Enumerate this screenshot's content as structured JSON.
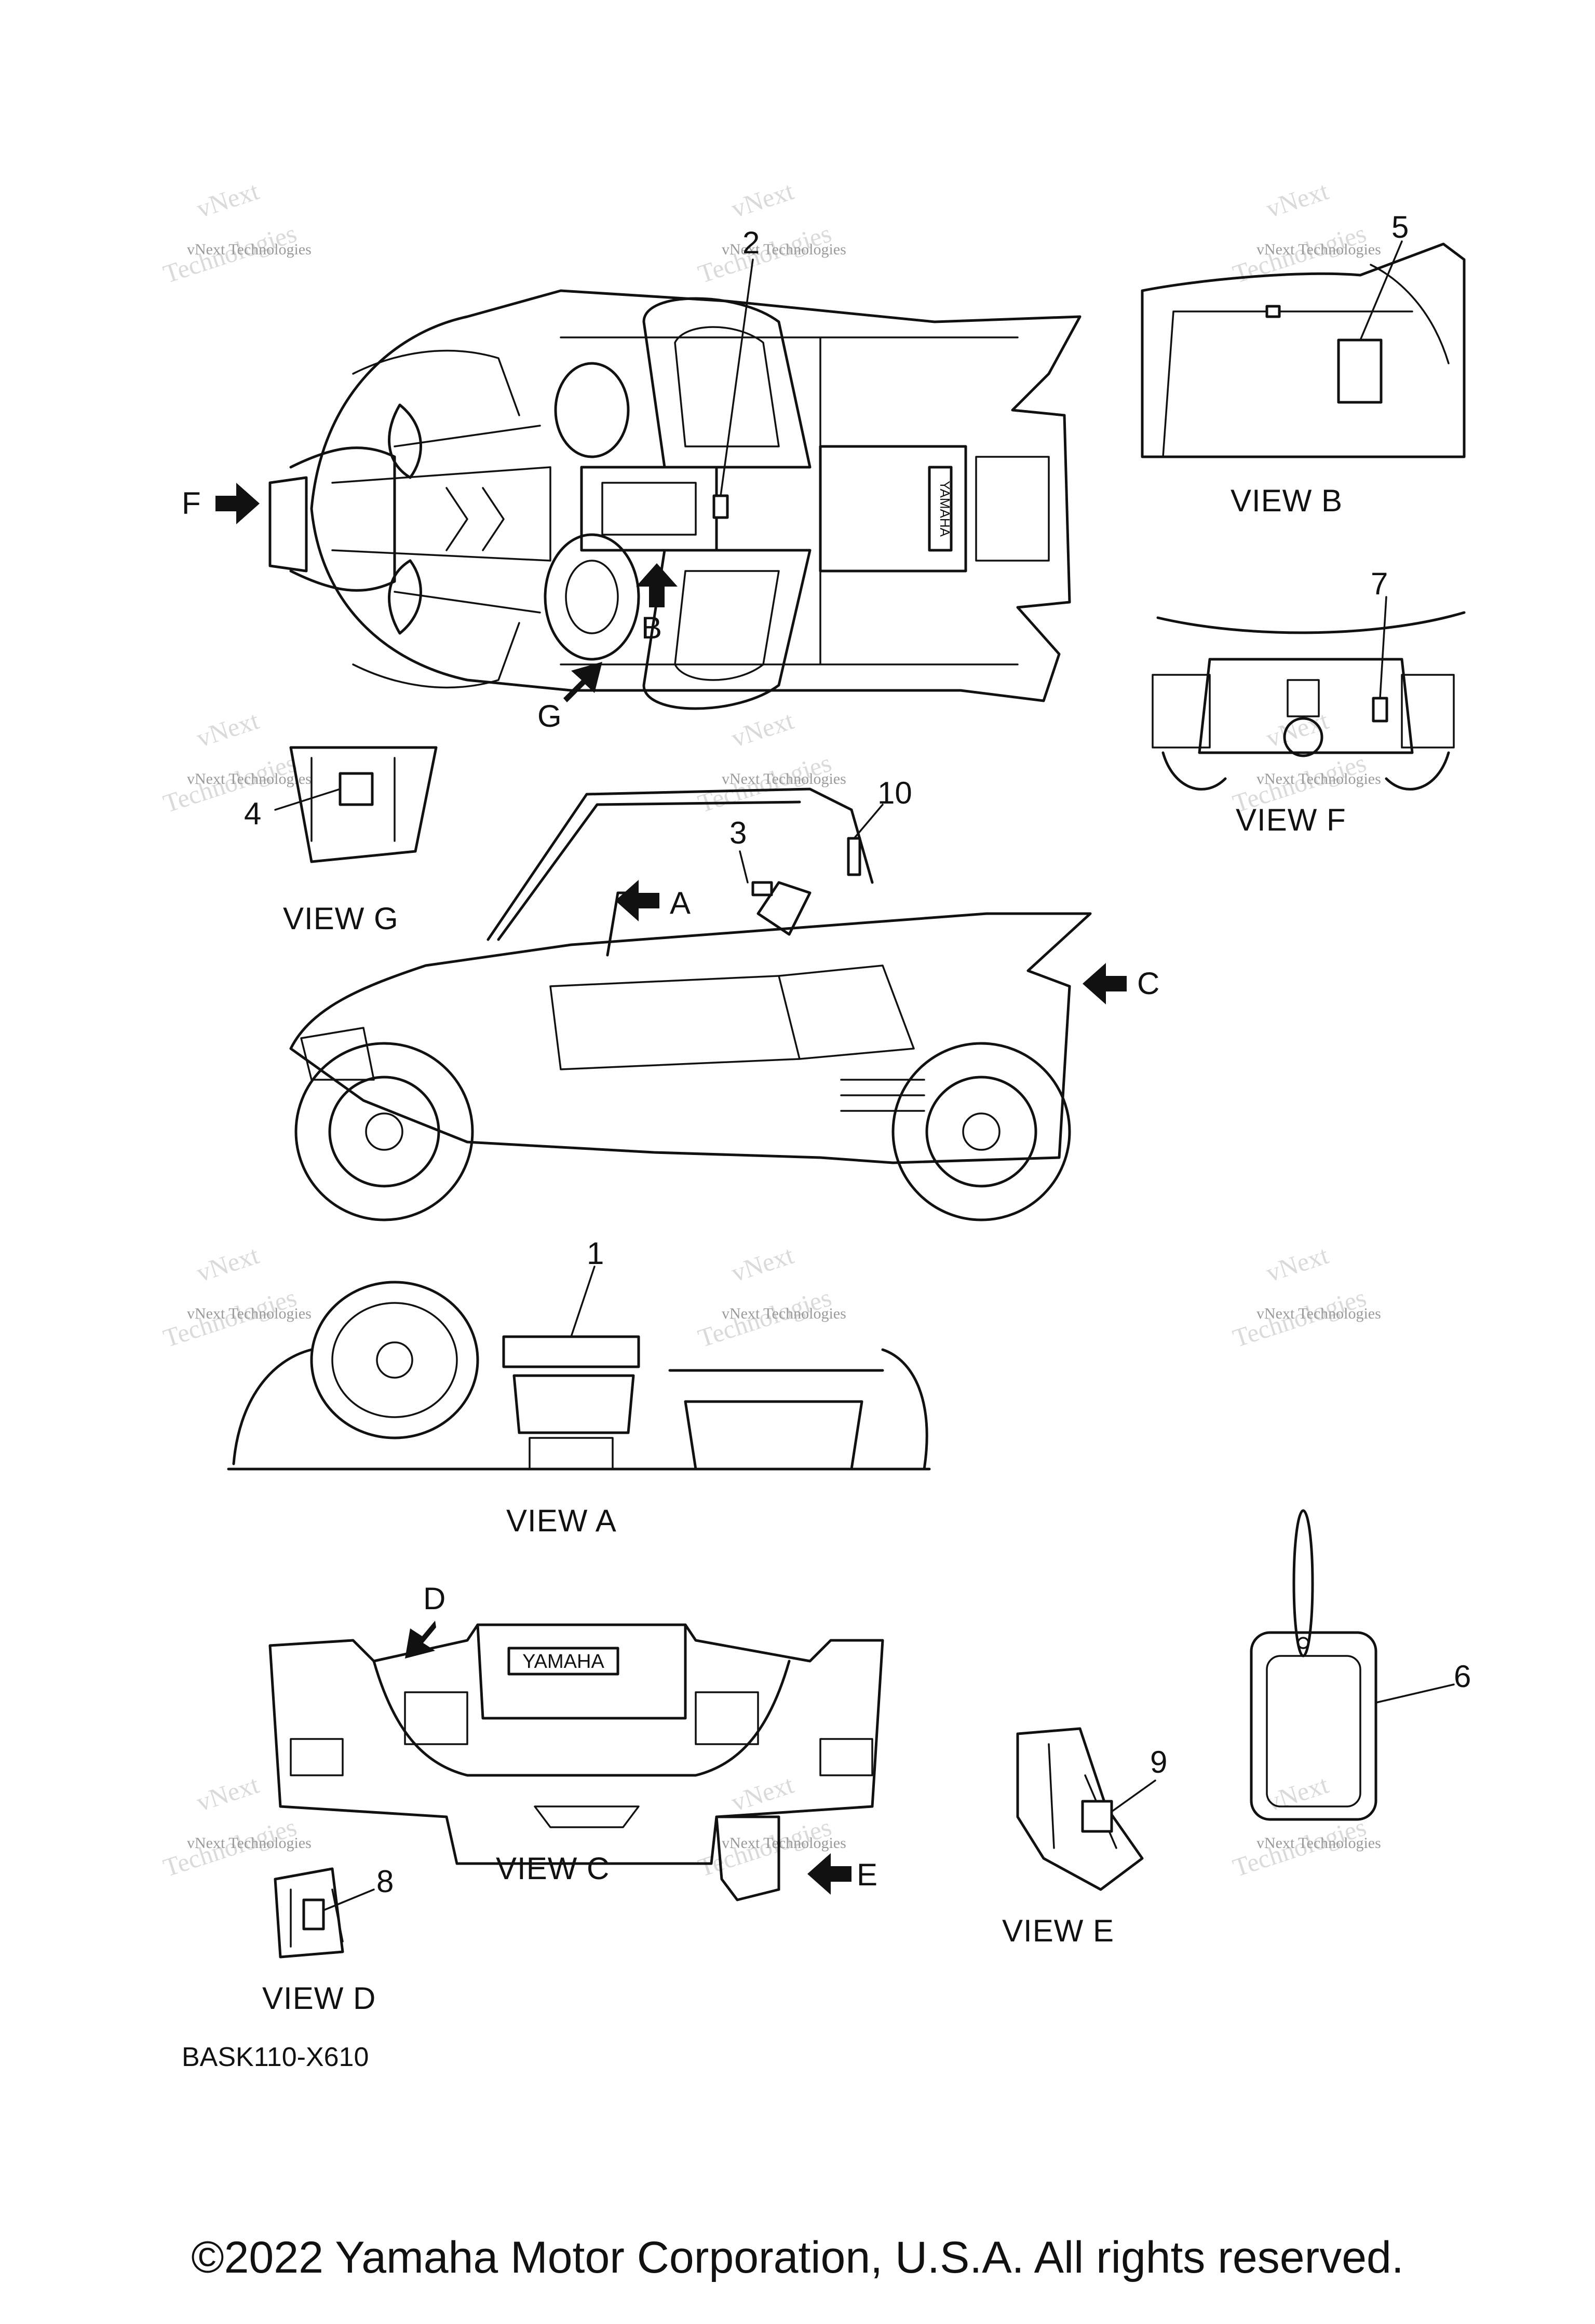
{
  "diagram_code": "BASK110-X610",
  "copyright": "©2022 Yamaha Motor Corporation, U.S.A. All rights reserved.",
  "brand_marks": {
    "top": "YAMAHA",
    "rear": "YAMAHA"
  },
  "watermark": {
    "line1": "vNext Technologies",
    "line2": "vNext",
    "line3": "Technologies"
  },
  "callouts": [
    "1",
    "2",
    "3",
    "4",
    "5",
    "6",
    "7",
    "8",
    "9",
    "10"
  ],
  "view_arrows": [
    "A",
    "B",
    "C",
    "D",
    "E",
    "F",
    "G"
  ],
  "view_labels": {
    "a": "VIEW A",
    "b": "VIEW B",
    "c": "VIEW C",
    "d": "VIEW D",
    "e": "VIEW E",
    "f": "VIEW F",
    "g": "VIEW G"
  }
}
